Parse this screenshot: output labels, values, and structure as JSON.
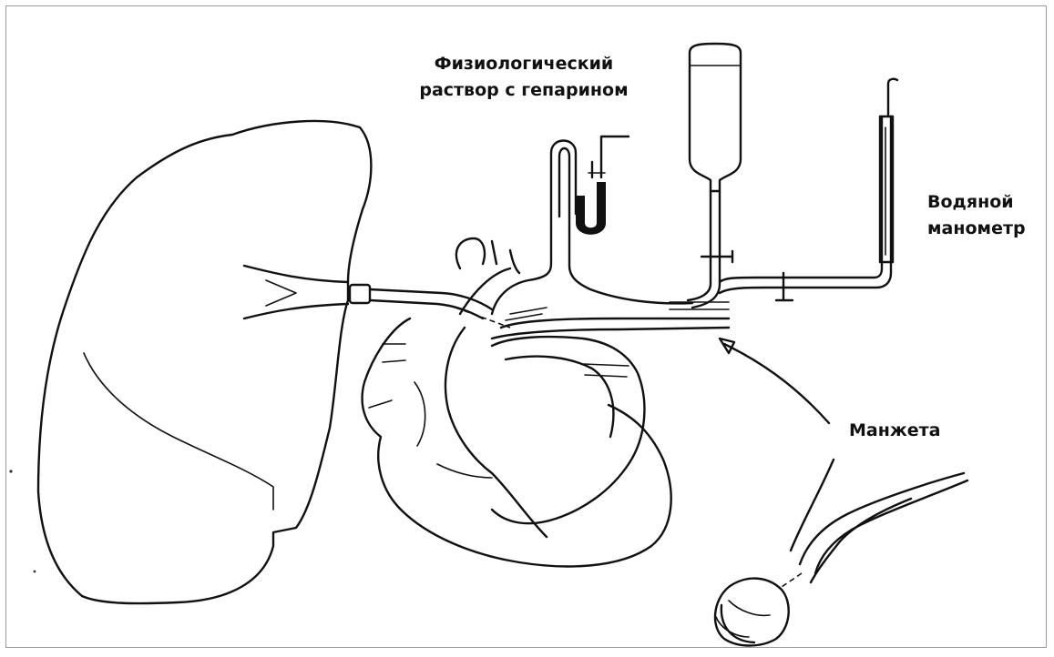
{
  "labels": {
    "saline": [
      "Физиологический",
      "раствор с гепарином"
    ],
    "manometer": [
      "Водяной",
      "манометр"
    ],
    "cuff": "Манжета"
  },
  "colors": {
    "ink": "#111111",
    "frame": "#9a9a9a",
    "background": "#ffffff"
  }
}
